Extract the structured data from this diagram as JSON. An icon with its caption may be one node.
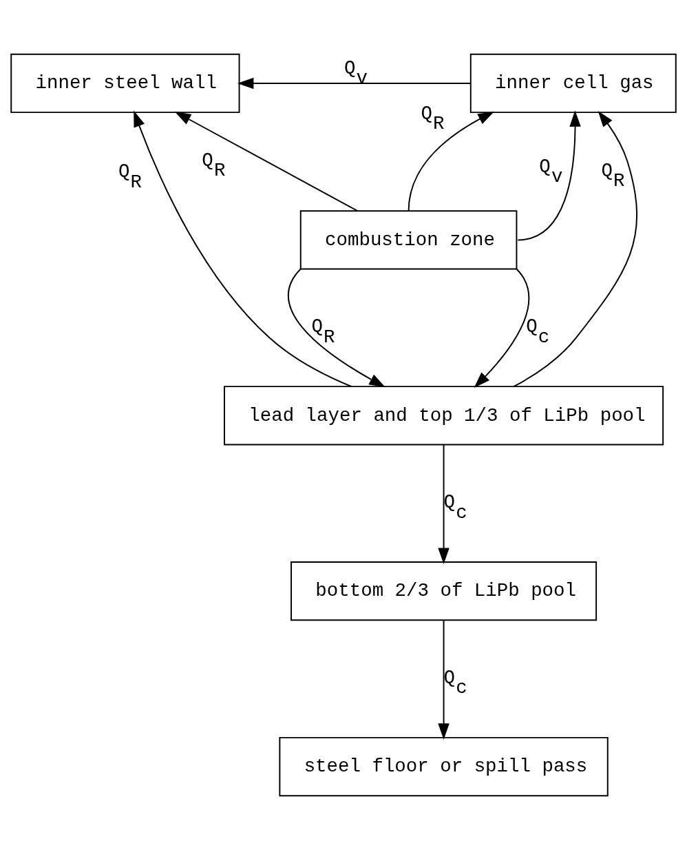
{
  "diagram": {
    "nodes": [
      {
        "text": [
          "inner steel wall"
        ]
      },
      {
        "text": [
          "inner cell gas"
        ]
      },
      {
        "text": [
          "combustion zone"
        ]
      },
      {
        "text": [
          "lead layer and top 1/3 of LiPb pool"
        ]
      },
      {
        "text": [
          "bottom 2/3 of LiPb pool"
        ]
      },
      {
        "text": [
          "steel floor or spill pass"
        ]
      }
    ],
    "edges": [
      {
        "from": 1,
        "to": 0,
        "arrow": "to",
        "label": "Q$_{v}$"
      },
      {
        "from": 2,
        "to": 0,
        "arrow": "to",
        "label": "Q$_{R}$"
      },
      {
        "from": 3,
        "to": 0,
        "arrow": "to",
        "label": "Q$_{R}$"
      },
      {
        "from": 2,
        "to": 1,
        "arrow": "to",
        "label": "Q$_{R}$"
      },
      {
        "from": 2,
        "to": 1,
        "arrow": "to",
        "label": "Q$_{v}$"
      },
      {
        "from": 3,
        "to": 1,
        "arrow": "to",
        "label": "Q$_{R}$"
      },
      {
        "from": 2,
        "to": 3,
        "arrow": "to",
        "label": "Q$_{R}$"
      },
      {
        "from": 2,
        "to": 3,
        "arrow": "to",
        "label": "Q$_{c}$"
      },
      {
        "from": 3,
        "to": 4,
        "arrow": "to",
        "label": "Q$_{c}$"
      },
      {
        "from": 4,
        "to": 5,
        "arrow": "to",
        "label": "Q$_{c}$"
      }
    ]
  }
}
